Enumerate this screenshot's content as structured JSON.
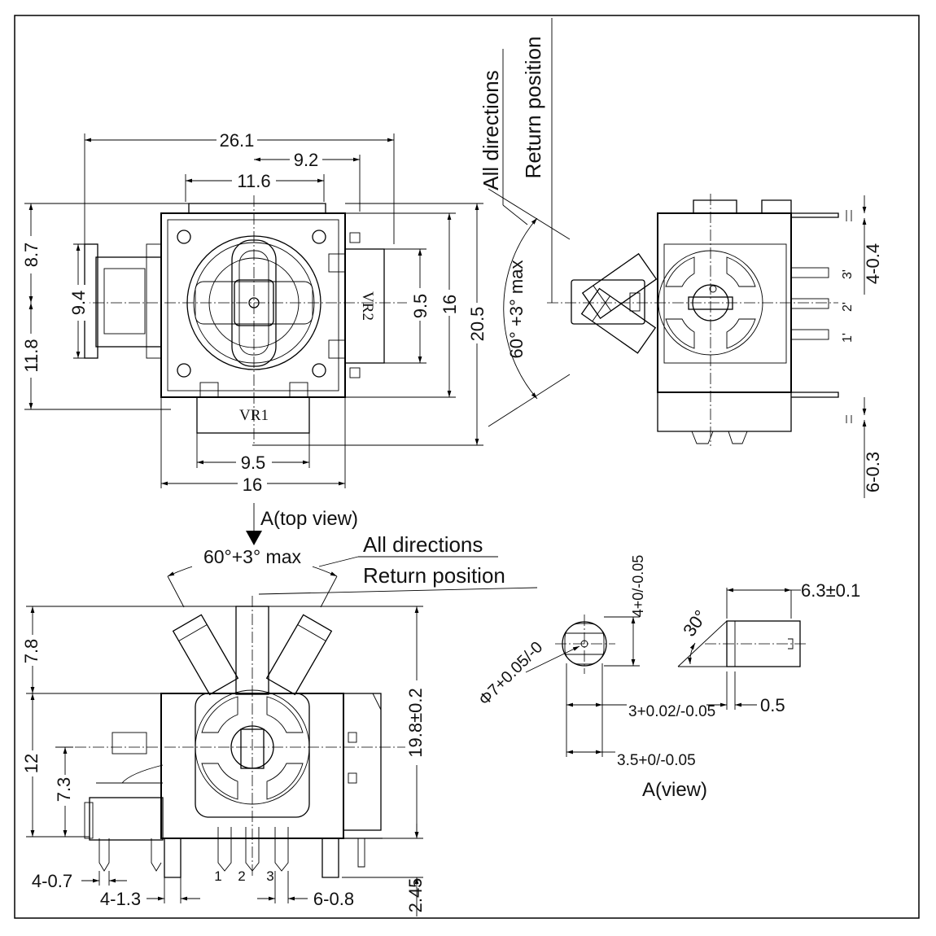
{
  "views": {
    "front_top_left": {
      "dims": {
        "overall_width": "26.1",
        "offset_right": "9.2",
        "top_center_width": "11.6",
        "left_top": "8.7",
        "left_mid": "9.4",
        "left_bottom": "11.8",
        "right_inner": "9.5",
        "right_mid": "16",
        "right_outer": "20.5",
        "bottom_inner": "9.5",
        "bottom_outer": "16"
      },
      "labels": {
        "vr1": "VR1",
        "vr2": "VR2"
      }
    },
    "side_right": {
      "labels": {
        "all_directions": "All directions",
        "return_position": "Return position",
        "angle": "60° +3° max",
        "pin1": "1'",
        "pin2": "2'",
        "pin3": "3'"
      },
      "dims": {
        "pins_top": "4-0.4",
        "pins_bottom": "6-0.3"
      }
    },
    "bottom_left": {
      "arrow_label": "A(top view)",
      "labels": {
        "angle": "60°+3° max",
        "all_directions": "All directions",
        "return_position": "Return position",
        "pin1": "1",
        "pin2": "2",
        "pin3": "3"
      },
      "dims": {
        "left_top": "7.8",
        "left_main": "12",
        "left_inner": "7.3",
        "right_height": "19.8±0.2",
        "bottom_right": "2.45",
        "pin_w1": "4-0.7",
        "pin_w2": "4-1.3",
        "pin_w3": "6-0.8"
      }
    },
    "detail_a": {
      "title": "A(view)",
      "dims": {
        "diameter": "Φ7+0.05/-0",
        "height": "4+0/-0.05",
        "flat": "3+0.02/-0.05",
        "width": "3.5+0/-0.05",
        "length": "6.3±0.1",
        "angle": "30°",
        "chamfer": "0.5"
      }
    }
  }
}
